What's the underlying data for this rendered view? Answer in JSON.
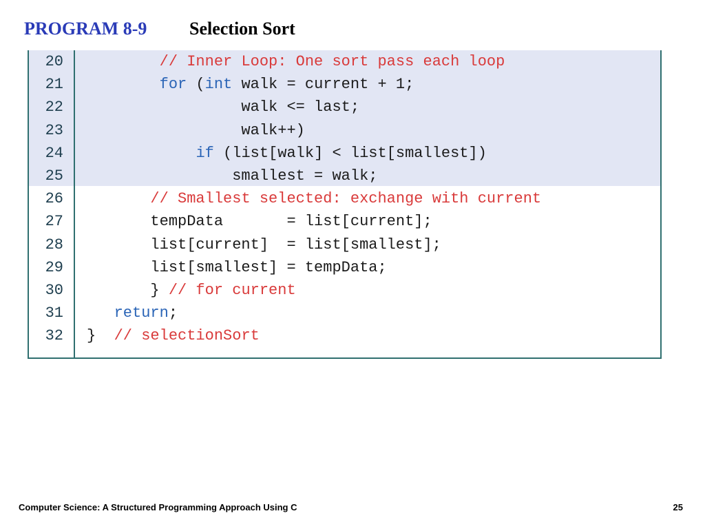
{
  "header": {
    "program_label": "PROGRAM 8-9",
    "title": "Selection Sort"
  },
  "colors": {
    "program_label": "#2a3bb7",
    "title": "#000000",
    "keyword": "#2a64b6",
    "comment": "#d93a3a",
    "text": "#1b1b1b",
    "highlight": "#e2e6f4",
    "panel_border": "#2f6f6f"
  },
  "code": {
    "lines": [
      {
        "no": "20",
        "highlighted": true,
        "tokens": [
          {
            "t": "tx",
            "v": "        "
          },
          {
            "t": "cm",
            "v": "// Inner Loop: One sort pass each loop"
          }
        ]
      },
      {
        "no": "21",
        "highlighted": true,
        "tokens": [
          {
            "t": "tx",
            "v": "        "
          },
          {
            "t": "kw",
            "v": "for"
          },
          {
            "t": "tx",
            "v": " ("
          },
          {
            "t": "kw",
            "v": "int"
          },
          {
            "t": "tx",
            "v": " walk = current + 1;"
          }
        ]
      },
      {
        "no": "22",
        "highlighted": true,
        "tokens": [
          {
            "t": "tx",
            "v": "                 walk <= last;"
          }
        ]
      },
      {
        "no": "23",
        "highlighted": true,
        "tokens": [
          {
            "t": "tx",
            "v": "                 walk++)"
          }
        ]
      },
      {
        "no": "24",
        "highlighted": true,
        "tokens": [
          {
            "t": "tx",
            "v": "            "
          },
          {
            "t": "kw",
            "v": "if"
          },
          {
            "t": "tx",
            "v": " (list[walk] < list[smallest])"
          }
        ]
      },
      {
        "no": "25",
        "highlighted": true,
        "tokens": [
          {
            "t": "tx",
            "v": "                smallest = walk;"
          }
        ]
      },
      {
        "no": "26",
        "highlighted": false,
        "tokens": [
          {
            "t": "tx",
            "v": "       "
          },
          {
            "t": "cm",
            "v": "// Smallest selected: exchange with current"
          }
        ]
      },
      {
        "no": "27",
        "highlighted": false,
        "tokens": [
          {
            "t": "tx",
            "v": "       tempData       = list[current];"
          }
        ]
      },
      {
        "no": "28",
        "highlighted": false,
        "tokens": [
          {
            "t": "tx",
            "v": "       list[current]  = list[smallest];"
          }
        ]
      },
      {
        "no": "29",
        "highlighted": false,
        "tokens": [
          {
            "t": "tx",
            "v": "       list[smallest] = tempData;"
          }
        ]
      },
      {
        "no": "30",
        "highlighted": false,
        "tokens": [
          {
            "t": "tx",
            "v": "       } "
          },
          {
            "t": "cm",
            "v": "// for current"
          }
        ]
      },
      {
        "no": "31",
        "highlighted": false,
        "tokens": [
          {
            "t": "tx",
            "v": "   "
          },
          {
            "t": "kw",
            "v": "return"
          },
          {
            "t": "tx",
            "v": ";"
          }
        ]
      },
      {
        "no": "32",
        "highlighted": false,
        "tokens": [
          {
            "t": "tx",
            "v": "}  "
          },
          {
            "t": "cm",
            "v": "// selectionSort"
          }
        ]
      }
    ]
  },
  "footer": {
    "book_title": "Computer Science: A Structured Programming Approach Using C",
    "page_number": "25"
  }
}
